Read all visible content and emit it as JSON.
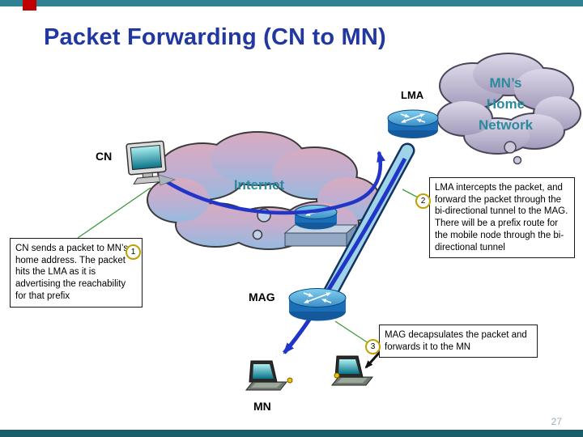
{
  "slide": {
    "title": "Packet Forwarding (CN to MN)",
    "page_number": "27"
  },
  "diagram": {
    "internet_label": "Internet",
    "home_network_label": "MN’s\nHome\nNetwork",
    "cn_label": "CN",
    "lma_label": "LMA",
    "mag_label": "MAG",
    "mn_label": "MN"
  },
  "callouts": [
    {
      "number": "1",
      "text": "CN sends a packet to MN’s home address. The packet hits the LMA as it is advertising the reachability for that prefix"
    },
    {
      "number": "2",
      "text": "LMA intercepts the packet, and forward the packet through the bi-directional tunnel to the MAG. There will be a prefix route for the mobile node through the bi-directional tunnel"
    },
    {
      "number": "3",
      "text": "MAG decapsulates the packet and forwards it to the MN"
    }
  ],
  "colors": {
    "title": "#2038A0",
    "teal_text": "#2B8A9E",
    "arrow_blue": "#2136C8",
    "top_bar": "#2E8291",
    "bottom_bar": "#1B5E6B",
    "accent_red": "#C00000",
    "badge_ring": "#C0A000"
  }
}
